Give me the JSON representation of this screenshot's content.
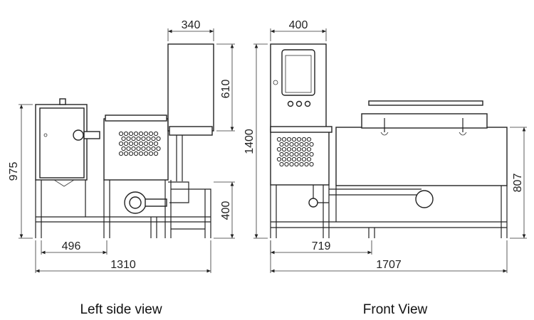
{
  "left_view": {
    "caption": "Left side view",
    "dims": {
      "top_width": "340",
      "tank_height": "610",
      "total_height": "975",
      "leg_height": "400",
      "inner_width": "496",
      "total_width": "1310"
    }
  },
  "front_view": {
    "caption": "Front View",
    "dims": {
      "top_width": "400",
      "total_height": "1400",
      "body_height": "807",
      "inner_width": "719",
      "total_width": "1707"
    }
  }
}
